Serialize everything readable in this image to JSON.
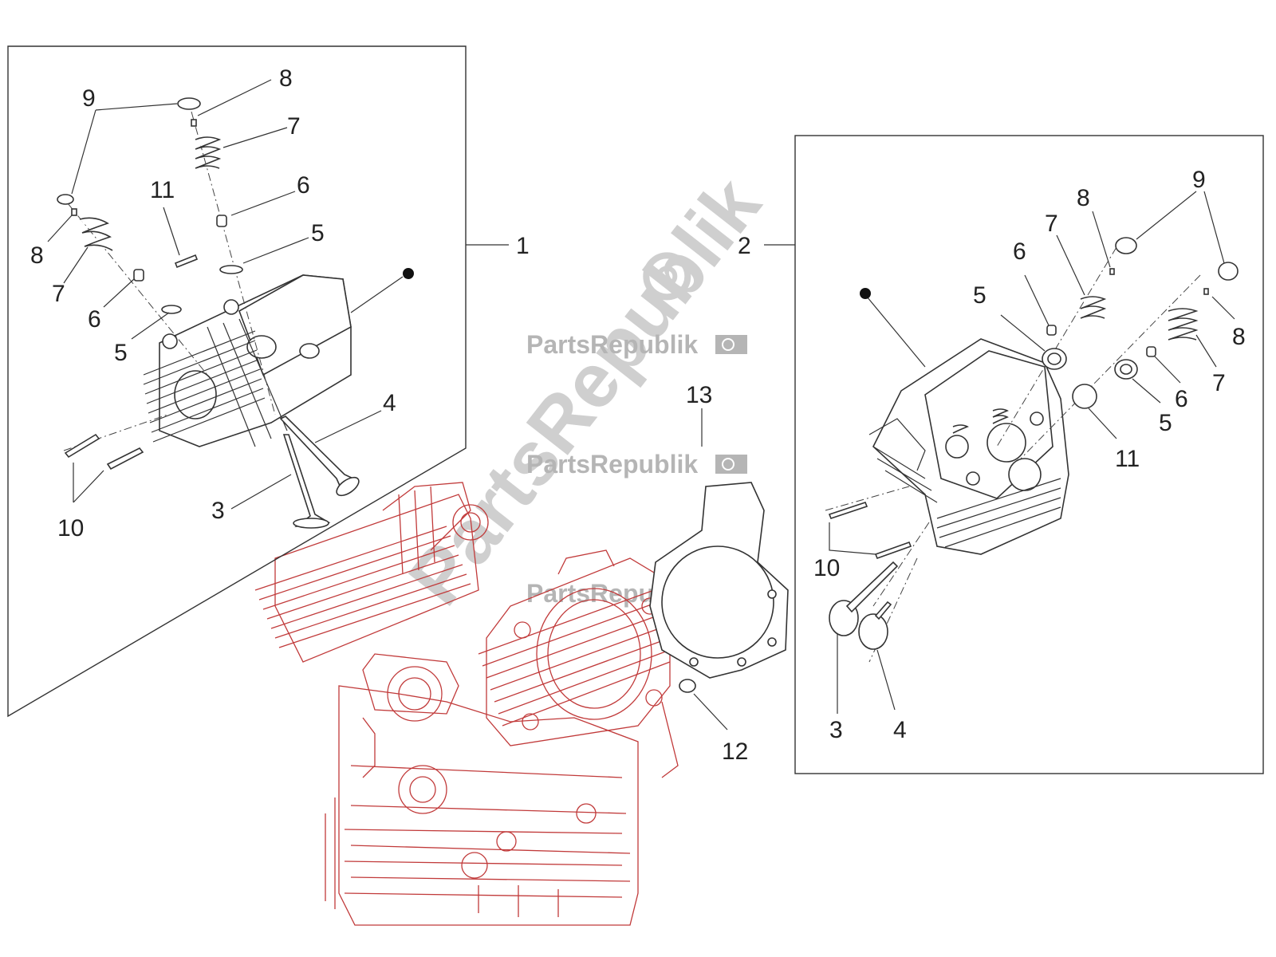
{
  "watermark": {
    "brand": "PartsRepublik",
    "large": "PartsRepublik"
  },
  "callouts": {
    "assembly_left": "1",
    "assembly_right": "2",
    "left": {
      "valve_exhaust": "3",
      "valve_intake": "4",
      "spring_seat_a": "5",
      "spring_seat_b": "5",
      "oil_seal_a": "6",
      "oil_seal_b": "6",
      "spring_a": "7",
      "spring_b": "7",
      "cotter_a": "8",
      "cotter_b": "8",
      "cap_a": "9",
      "pin": "10",
      "dowel": "11"
    },
    "right": {
      "valve_exhaust": "3",
      "valve_intake": "4",
      "spring_seat_a": "5",
      "spring_seat_b": "5",
      "oil_seal_a": "6",
      "oil_seal_b": "6",
      "spring_a": "7",
      "spring_b": "7",
      "cotter_a": "8",
      "cotter_b": "8",
      "cap_a": "9",
      "pin": "10",
      "oring": "11"
    },
    "bushing": "12",
    "gasket": "13"
  }
}
